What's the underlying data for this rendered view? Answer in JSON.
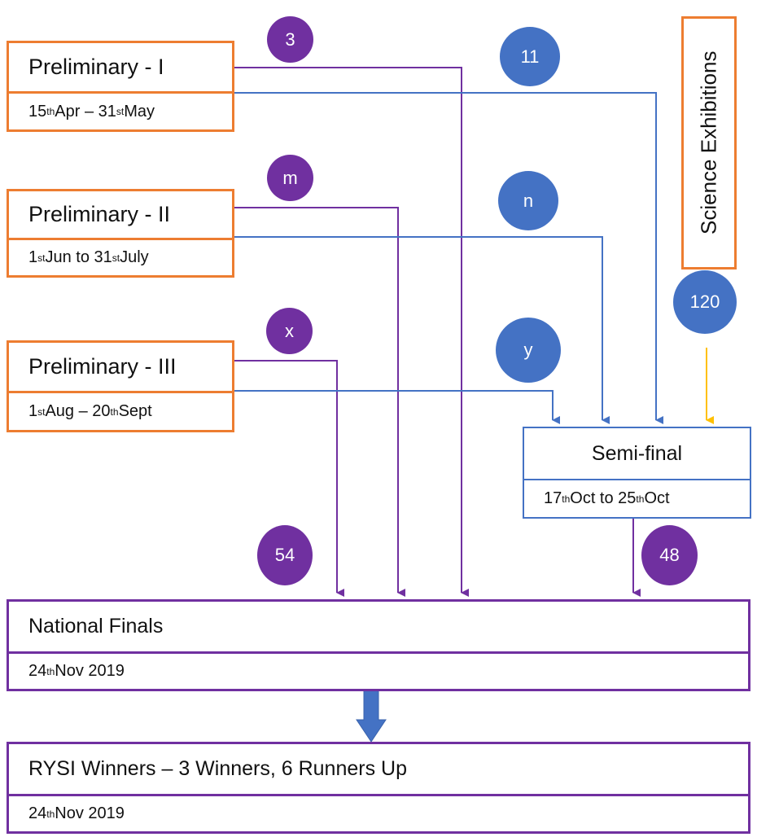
{
  "prelims": [
    {
      "title": "Preliminary - I",
      "date": {
        "d1": "15",
        "s1": "th",
        "m1": " Apr – 31",
        "s2": "st",
        "m2": " May"
      }
    },
    {
      "title": "Preliminary - II",
      "date": {
        "d1": "1",
        "s1": "st",
        "m1": " Jun to 31",
        "s2": "st",
        "m2": " July"
      }
    },
    {
      "title": "Preliminary - III",
      "date": {
        "d1": "1",
        "s1": "st",
        "m1": " Aug – 20",
        "s2": "th",
        "m2": " Sept"
      }
    }
  ],
  "science_exhibitions": {
    "label": "Science Exhibitions",
    "count": "120"
  },
  "badges": {
    "prelim1_to_final": "3",
    "prelim1_to_semi": "11",
    "prelim2_to_final": "m",
    "prelim2_to_semi": "n",
    "prelim3_to_final": "x",
    "prelim3_to_semi": "y",
    "direct_to_final": "54",
    "semi_to_final": "48"
  },
  "semifinal": {
    "title": "Semi-final",
    "date": {
      "d1": "17",
      "s1": "th",
      "m1": " Oct to 25",
      "s2": "th",
      "m2": " Oct"
    }
  },
  "national_finals": {
    "title": "National Finals",
    "date": {
      "d1": "24",
      "s1": "th",
      "m1": " Nov 2019"
    }
  },
  "winners": {
    "title": "RYSI Winners – 3 Winners, 6 Runners Up",
    "date": {
      "d1": "24",
      "s1": "th",
      "m1": " Nov 2019"
    }
  },
  "colors": {
    "prelim": "#ED7D31",
    "semi": "#4472C4",
    "final": "#7030A0",
    "exhibition_arrow": "#FFC000"
  }
}
